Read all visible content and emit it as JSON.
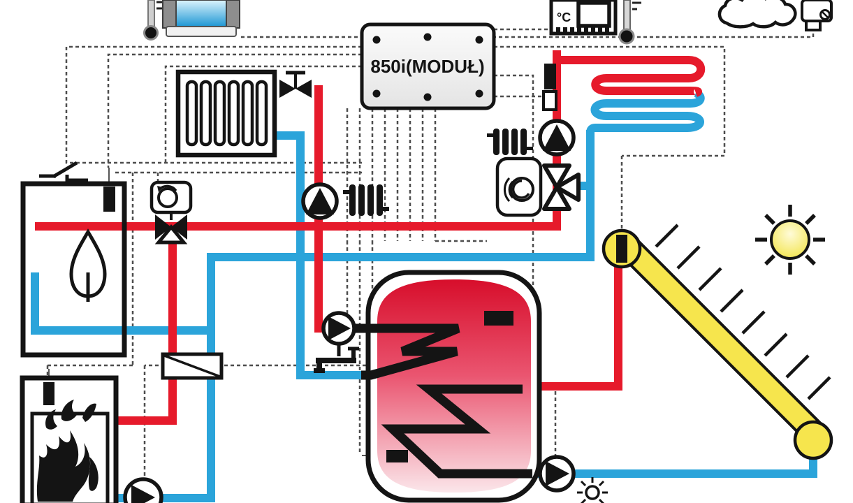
{
  "module": {
    "label": "850i(MODUŁ)"
  },
  "room_thermostat": {
    "unit_label": "°C"
  },
  "colors": {
    "supply_red": "#e61a2b",
    "return_blue": "#2ba4da",
    "collector_yellow": "#f6e54d",
    "outline": "#141414",
    "wire_gray": "#4d4d4d"
  },
  "icons": [
    "thermometer-icon",
    "window-icon",
    "controller-module",
    "room-thermostat-icon",
    "cloud-icon",
    "outdoor-sensor-icon",
    "radiator",
    "thermostatic-valve-icon",
    "pump-icon",
    "mixing-valve-icon",
    "valve-actuator-icon",
    "gas-boiler",
    "solid-fuel-boiler",
    "plate-heat-exchanger",
    "buffer-tank",
    "coil-heat-exchanger",
    "tap-icon",
    "solar-collector",
    "sun-icon",
    "temperature-sensor"
  ]
}
